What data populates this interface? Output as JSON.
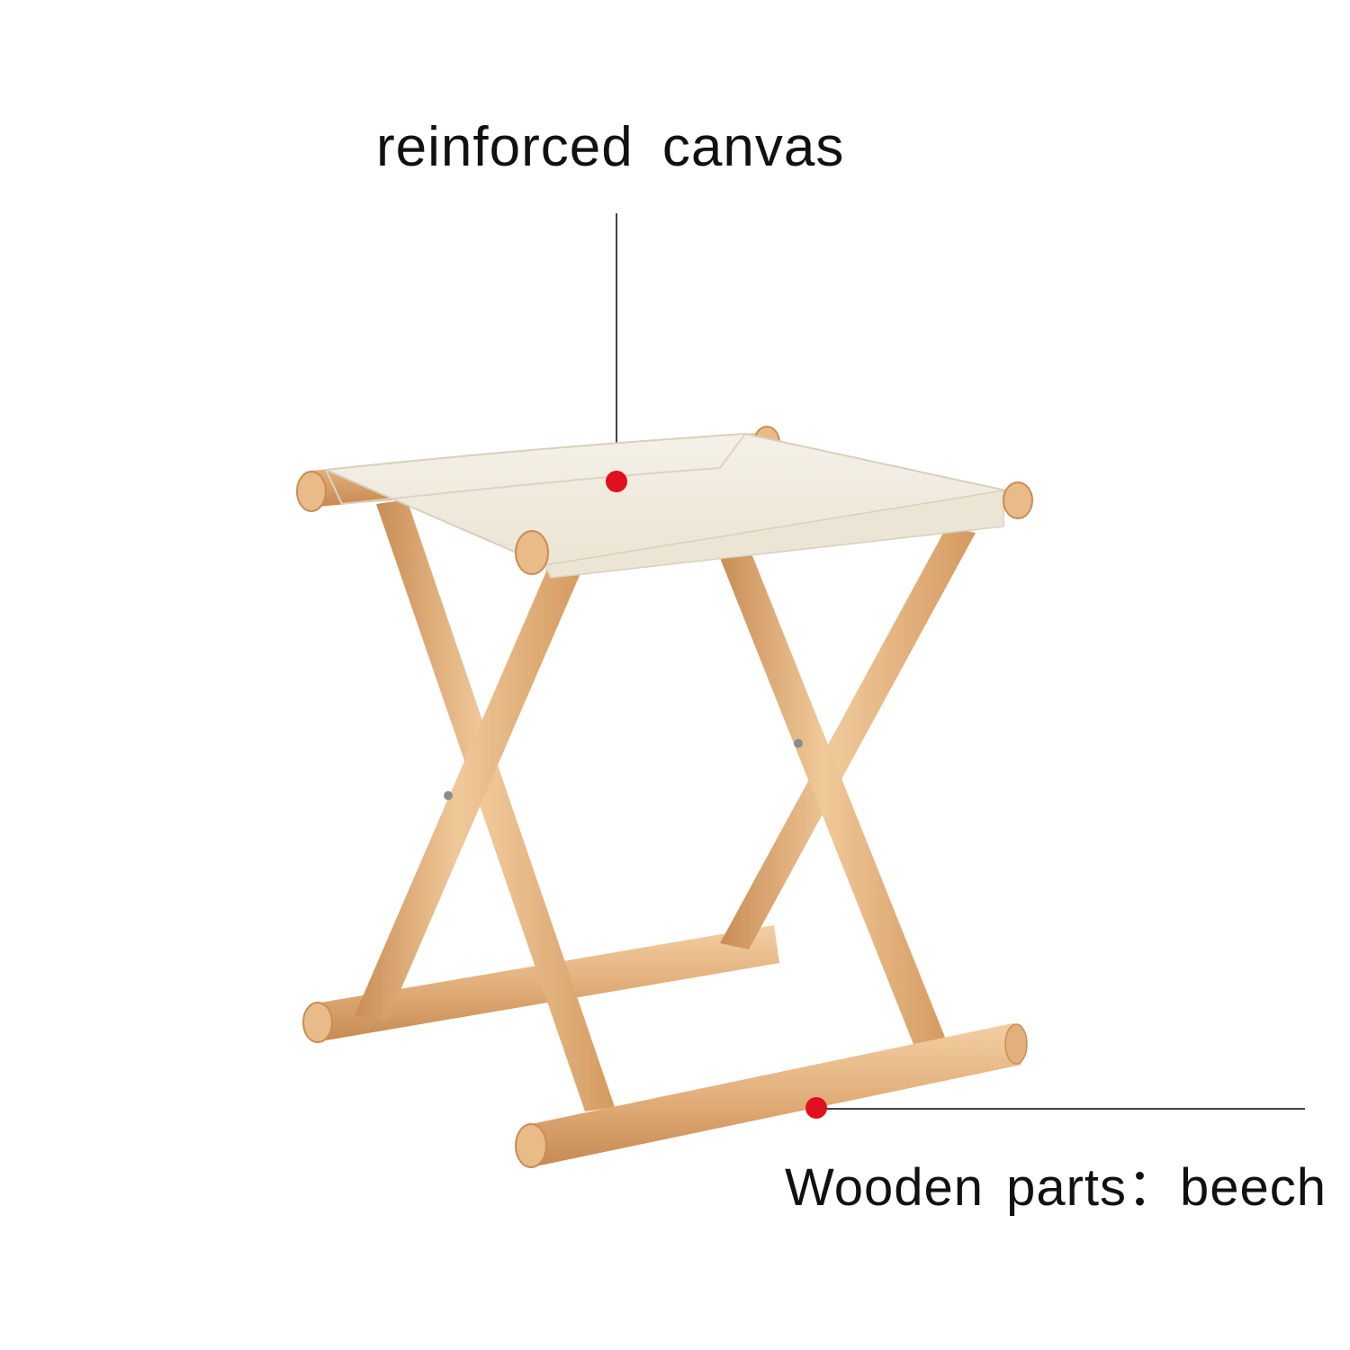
{
  "callouts": {
    "top_label": "reinforced canvas",
    "bottom_label": "Wooden parts：beech"
  },
  "colors": {
    "canvas": "#f2ede2",
    "canvas_shadow": "#e4ddcc",
    "wood": "#e2b07c",
    "wood_dark": "#c98d55",
    "wood_light": "#f0c99a",
    "marker": "#e0101e",
    "leader_line": "#444444"
  },
  "icons": {
    "product": "folding-stool-illustration",
    "marker": "red-dot-marker"
  }
}
